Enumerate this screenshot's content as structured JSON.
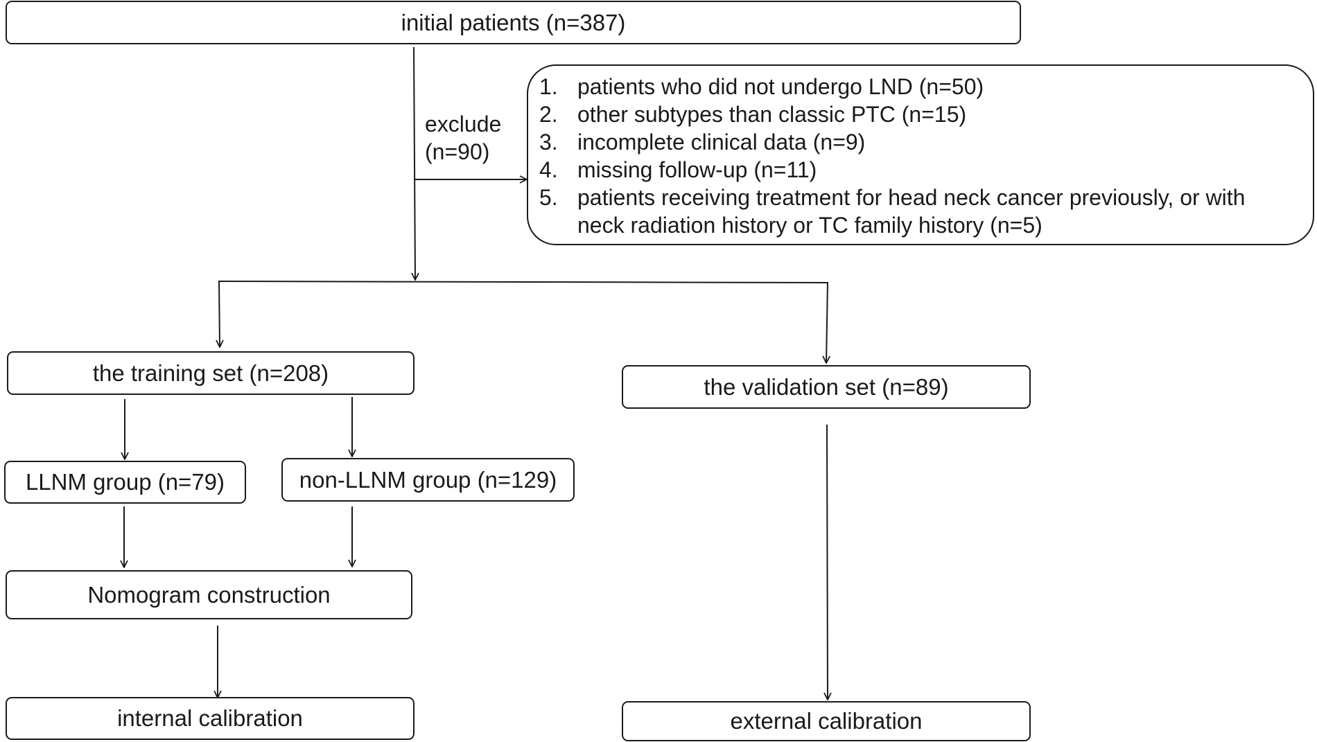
{
  "initial": {
    "label": "initial patients (n=387)"
  },
  "exclude": {
    "word": "exclude",
    "count": "(n=90)"
  },
  "exclusions": {
    "items": [
      {
        "num": "1.",
        "text": "patients who did not undergo LND (n=50)"
      },
      {
        "num": "2.",
        "text": "other subtypes than classic PTC (n=15)"
      },
      {
        "num": "3.",
        "text": "incomplete clinical data (n=9)"
      },
      {
        "num": "4.",
        "text": "missing follow-up (n=11)"
      },
      {
        "num": "5.",
        "text": "patients receiving treatment for head neck cancer previously, or with"
      }
    ],
    "continuation": "neck radiation history or TC family history (n=5)"
  },
  "training": {
    "label": "the training set (n=208)"
  },
  "validation": {
    "label": "the validation set (n=89)"
  },
  "llnm": {
    "label": "LLNM group (n=79)"
  },
  "nonllnm": {
    "label": "non-LLNM group (n=129)"
  },
  "nomogram": {
    "label": "Nomogram construction"
  },
  "internal": {
    "label": "internal calibration"
  },
  "external": {
    "label": "external calibration"
  }
}
